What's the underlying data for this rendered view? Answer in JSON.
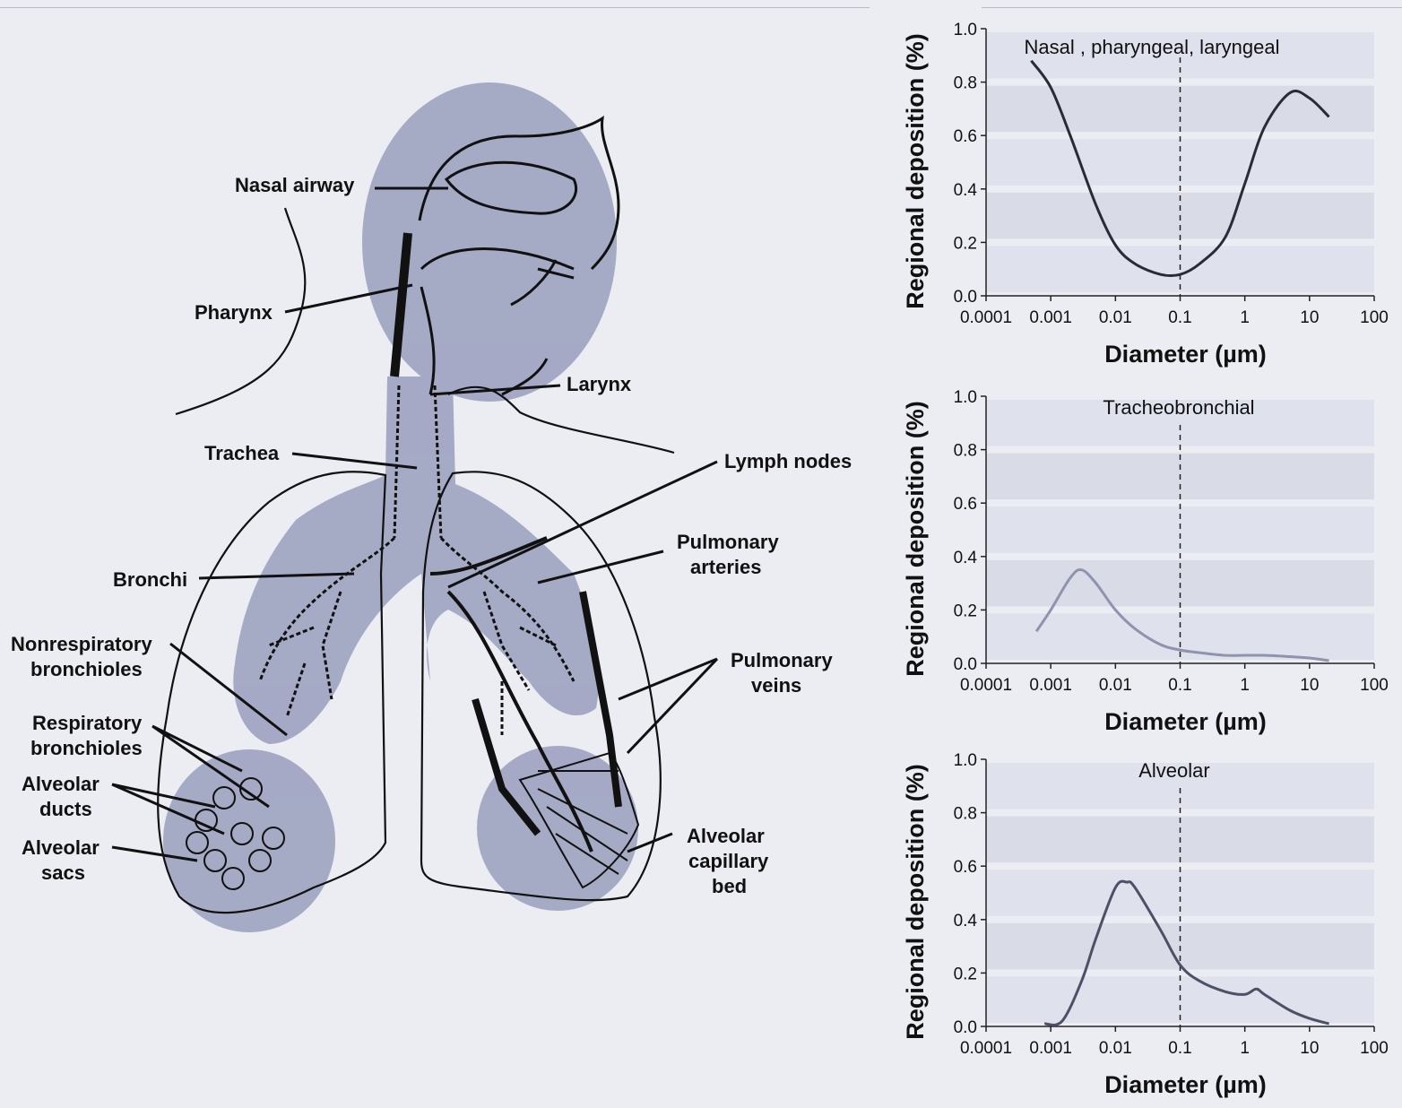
{
  "diagram": {
    "labels": {
      "nasal_airway": "Nasal airway",
      "pharynx": "Pharynx",
      "larynx": "Larynx",
      "trachea": "Trachea",
      "lymph_nodes": "Lymph nodes",
      "pulmonary_arteries_1": "Pulmonary",
      "pulmonary_arteries_2": "arteries",
      "bronchi": "Bronchi",
      "nonresp_1": "Nonrespiratory",
      "nonresp_2": "bronchioles",
      "pulmonary_veins_1": "Pulmonary",
      "pulmonary_veins_2": "veins",
      "resp_1": "Respiratory",
      "resp_2": "bronchioles",
      "alv_ducts_1": "Alveolar",
      "alv_ducts_2": "ducts",
      "alv_sacs_1": "Alveolar",
      "alv_sacs_2": "sacs",
      "alv_cap_1": "Alveolar",
      "alv_cap_2": "capillary",
      "alv_cap_3": "bed"
    },
    "colors": {
      "region_fill": "#8e93b6",
      "line": "#111111"
    }
  },
  "chart_data": [
    {
      "type": "line",
      "title": "Nasal , pharyngeal, laryngeal",
      "xlabel": "Diameter (µm)",
      "ylabel": "Regional deposition (%)",
      "x_scale": "log",
      "xlim": [
        0.0001,
        100
      ],
      "ylim": [
        0.0,
        1.0
      ],
      "x_ticks": [
        "0.0001",
        "0.001",
        "0.01",
        "0.1",
        "1",
        "10",
        "100"
      ],
      "y_ticks": [
        "0.0",
        "0.2",
        "0.4",
        "0.6",
        "0.8",
        "1.0"
      ],
      "reference_line_x": 0.1,
      "line_color": "#2a2a38",
      "x": [
        0.0005,
        0.001,
        0.002,
        0.005,
        0.01,
        0.02,
        0.05,
        0.1,
        0.2,
        0.5,
        1,
        2,
        5,
        10,
        20
      ],
      "y": [
        0.88,
        0.78,
        0.6,
        0.34,
        0.19,
        0.12,
        0.08,
        0.08,
        0.12,
        0.22,
        0.42,
        0.63,
        0.76,
        0.74,
        0.67
      ]
    },
    {
      "type": "line",
      "title": "Tracheobronchial",
      "xlabel": "Diameter (µm)",
      "ylabel": "Regional deposition (%)",
      "x_scale": "log",
      "xlim": [
        0.0001,
        100
      ],
      "ylim": [
        0.0,
        1.0
      ],
      "x_ticks": [
        "0.0001",
        "0.001",
        "0.01",
        "0.1",
        "1",
        "10",
        "100"
      ],
      "y_ticks": [
        "0.0",
        "0.2",
        "0.4",
        "0.6",
        "0.8",
        "1.0"
      ],
      "reference_line_x": 0.1,
      "line_color": "#8f93ad",
      "x": [
        0.0006,
        0.001,
        0.002,
        0.003,
        0.005,
        0.01,
        0.02,
        0.05,
        0.1,
        0.2,
        0.5,
        1,
        2,
        5,
        10,
        20
      ],
      "y": [
        0.12,
        0.2,
        0.32,
        0.35,
        0.3,
        0.2,
        0.13,
        0.07,
        0.05,
        0.04,
        0.03,
        0.03,
        0.03,
        0.025,
        0.02,
        0.01
      ]
    },
    {
      "type": "line",
      "title": "Alveolar",
      "xlabel": "Diameter (µm)",
      "ylabel": "Regional deposition (%)",
      "x_scale": "log",
      "xlim": [
        0.0001,
        100
      ],
      "ylim": [
        0.0,
        1.0
      ],
      "x_ticks": [
        "0.0001",
        "0.001",
        "0.01",
        "0.1",
        "1",
        "10",
        "100"
      ],
      "y_ticks": [
        "0.0",
        "0.2",
        "0.4",
        "0.6",
        "0.8",
        "1.0"
      ],
      "reference_line_x": 0.1,
      "line_color": "#4d5066",
      "x": [
        0.0008,
        0.0015,
        0.003,
        0.005,
        0.01,
        0.015,
        0.02,
        0.05,
        0.1,
        0.2,
        0.5,
        1,
        1.5,
        2,
        5,
        10,
        20
      ],
      "y": [
        0.01,
        0.02,
        0.17,
        0.33,
        0.52,
        0.54,
        0.52,
        0.36,
        0.23,
        0.17,
        0.13,
        0.12,
        0.14,
        0.12,
        0.06,
        0.03,
        0.01
      ]
    }
  ]
}
